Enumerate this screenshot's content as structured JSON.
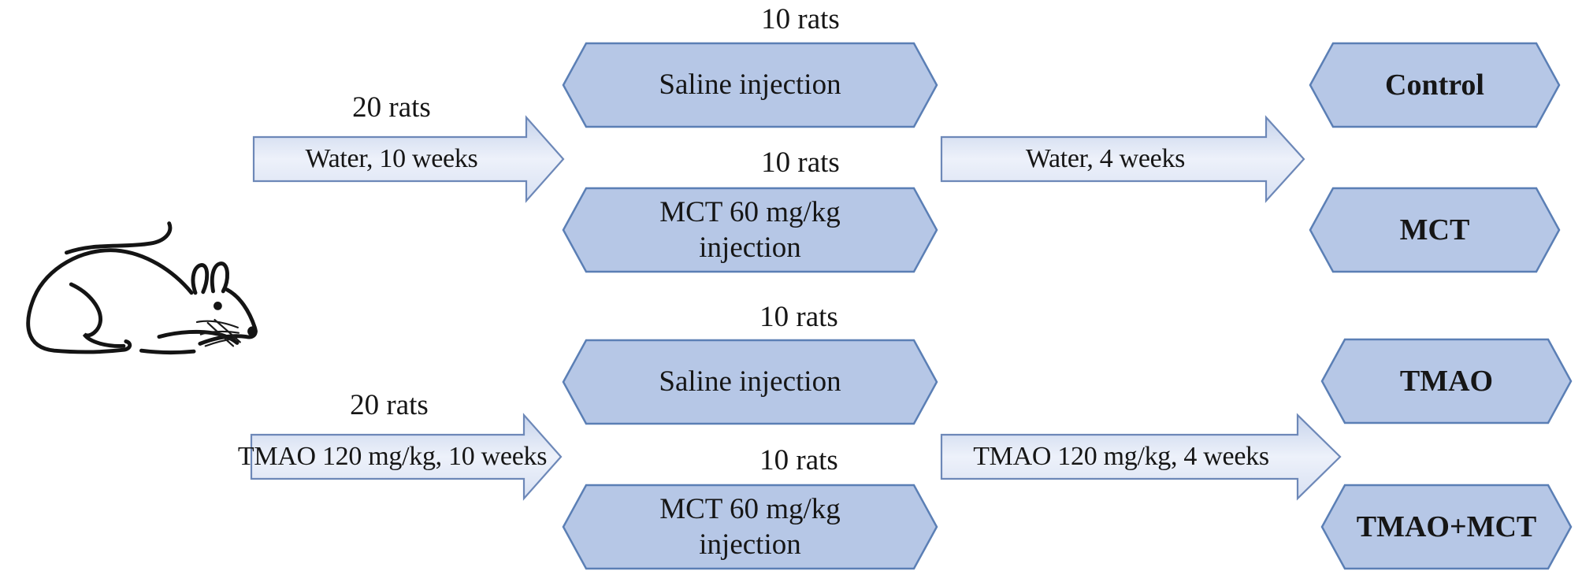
{
  "figure": {
    "description": "Experimental design flow diagram: rats split into water and TMAO cohorts, then saline or MCT injection, yielding four groups",
    "rat_icon": "rat-line-drawing"
  },
  "colors": {
    "hexagon_fill": "#b6c7e6",
    "hexagon_border": "#5b7fb5",
    "arrow_fill": "#dbe3f4",
    "arrow_border": "#6d88b8",
    "text": "#161616",
    "background": "#ffffff"
  },
  "top_flow": {
    "cohort_count": "20 rats",
    "stage1_arrow_label": "Water, 10 weeks",
    "groups": [
      {
        "count": "10 rats",
        "label": "Saline injection"
      },
      {
        "count": "10 rats",
        "label_lines": [
          "MCT 60 mg/kg",
          "injection"
        ]
      }
    ],
    "stage2_arrow_label": "Water, 4 weeks",
    "outcomes": [
      "Control",
      "MCT"
    ]
  },
  "bottom_flow": {
    "cohort_count": "20 rats",
    "stage1_arrow_label": "TMAO 120 mg/kg, 10 weeks",
    "groups": [
      {
        "count": "10 rats",
        "label": "Saline injection"
      },
      {
        "count": "10 rats",
        "label_lines": [
          "MCT 60 mg/kg",
          "injection"
        ]
      }
    ],
    "stage2_arrow_label": "TMAO 120 mg/kg, 4 weeks",
    "outcomes": [
      "TMAO",
      "TMAO+MCT"
    ]
  }
}
